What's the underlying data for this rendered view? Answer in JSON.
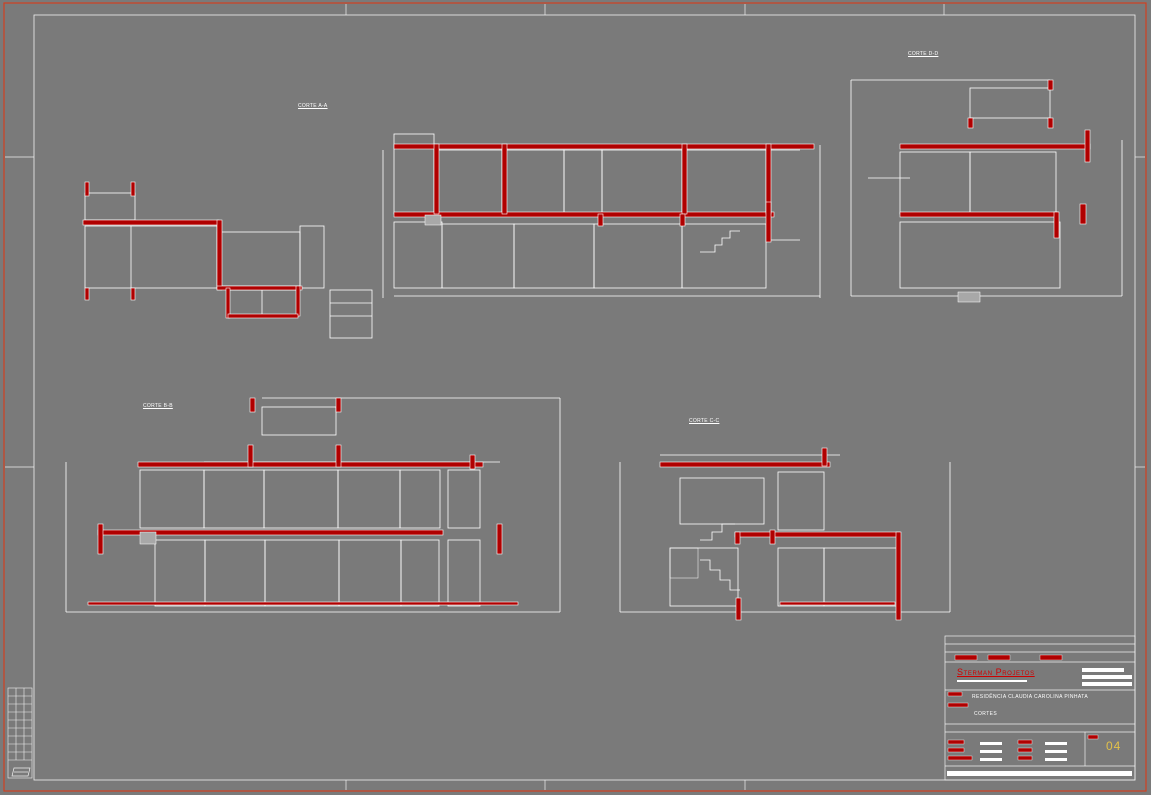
{
  "sections": [
    {
      "id": "a",
      "label": "CORTE A-A"
    },
    {
      "id": "b",
      "label": "CORTE B-B"
    },
    {
      "id": "c",
      "label": "CORTE C-C"
    },
    {
      "id": "d",
      "label": "CORTE D-D"
    }
  ],
  "title_block": {
    "company": "Sterman Projetos",
    "project": "RESIDÊNCIA CLAUDIA CAROLINA PINHATA",
    "content": "CORTES",
    "sheet_number": "04"
  },
  "colors": {
    "background": "#7a7a7a",
    "line": "#ffffff",
    "wall_fill": "#b00000",
    "border": "#d04020",
    "sheet_number": "#e2c14a"
  }
}
